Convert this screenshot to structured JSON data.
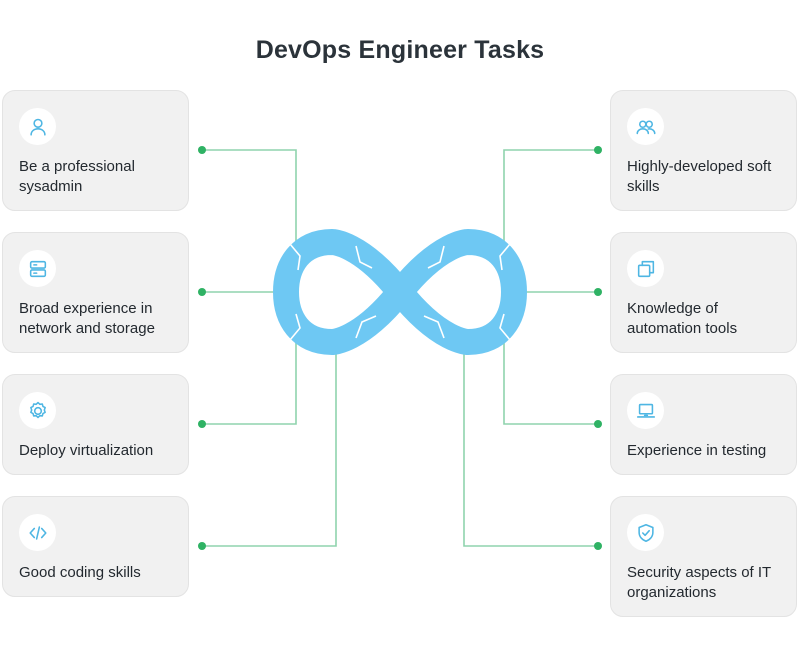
{
  "title": "DevOps Engineer Tasks",
  "left_tasks": [
    {
      "label": "Be a professional sysadmin",
      "icon": "user-icon"
    },
    {
      "label": "Broad experience in network and storage",
      "icon": "server-icon"
    },
    {
      "label": "Deploy virtualization",
      "icon": "gear-icon"
    },
    {
      "label": "Good coding skills",
      "icon": "code-icon"
    }
  ],
  "right_tasks": [
    {
      "label": "Highly-developed soft skills",
      "icon": "users-icon"
    },
    {
      "label": "Knowledge of automation tools",
      "icon": "copy-icon"
    },
    {
      "label": "Experience in testing",
      "icon": "laptop-icon"
    },
    {
      "label": "Security aspects of IT organizations",
      "icon": "shield-check-icon"
    }
  ],
  "colors": {
    "infinity": "#6ec8f3",
    "connector_line": "#8fd3ad",
    "connector_dot": "#2fb264",
    "icon_stroke": "#4eb6e3",
    "card_background": "#f1f1f1"
  }
}
